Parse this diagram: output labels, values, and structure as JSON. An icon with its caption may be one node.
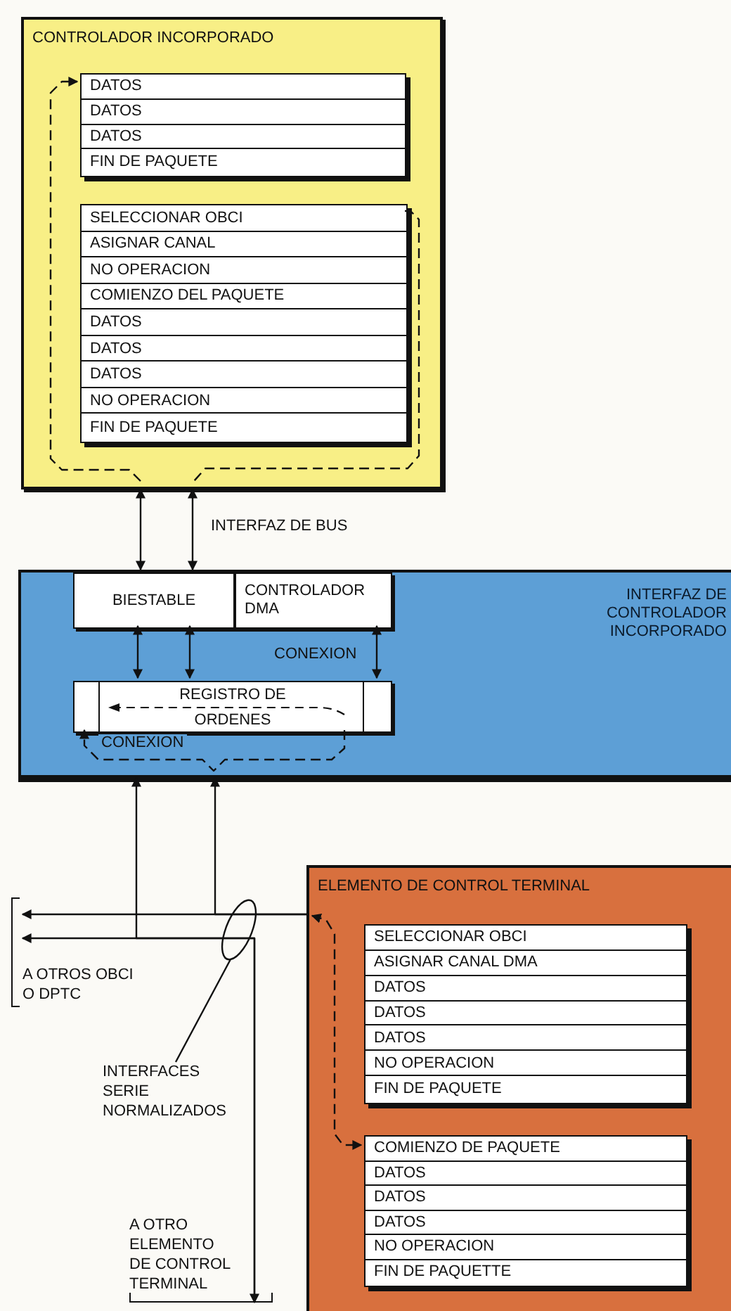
{
  "diagram": {
    "nodes": [
      {
        "text": [
          "CONTROLADOR INCORPORADO"
        ]
      },
      {
        "text": [
          "DATOS",
          "DATOS",
          "DATOS",
          "FIN DE PAQUETE"
        ],
        "in": 0
      },
      {
        "text": [
          "SELECCIONAR OBCI",
          "ASIGNAR CANAL",
          "NO OPERACION",
          "COMIENZO DEL PAQUETE",
          "DATOS",
          "DATOS",
          "DATOS",
          "NO OPERACION",
          "FIN DE PAQUETE"
        ],
        "in": 0
      },
      {
        "text": [
          "INTERFAZ DE CONTROLADOR INCORPORADO"
        ]
      },
      {
        "text": [
          "BIESTABLE"
        ],
        "in": 3
      },
      {
        "text": [
          "CONTROLADOR DMA"
        ],
        "in": 3
      },
      {
        "text": [
          "REGISTRO DE ORDENES"
        ],
        "in": 3
      },
      {
        "text": [
          "ELEMENTO DE CONTROL TERMINAL"
        ]
      },
      {
        "text": [
          "SELECCIONAR OBCI",
          "ASIGNAR CANAL DMA",
          "DATOS",
          "DATOS",
          "DATOS",
          "NO OPERACION",
          "FIN DE PAQUETE"
        ],
        "in": 7
      },
      {
        "text": [
          "COMIENZO DE PAQUETE",
          "DATOS",
          "DATOS",
          "DATOS",
          "NO OPERACION",
          "FIN DE PAQUETTE"
        ],
        "in": 7
      },
      {
        "text": [
          "A OTROS OBCI O DPTC"
        ]
      },
      {
        "text": [
          "A OTRO ELEMENTO DE CONTROL TERMINAL"
        ]
      },
      {
        "text": [
          "INTERFACES SERIE NORMALIZADOS"
        ]
      }
    ],
    "edges": [
      {
        "from": 0,
        "to": 4,
        "arrow": "both"
      },
      {
        "from": 0,
        "to": 4,
        "arrow": "both",
        "label": "INTERFAZ DE BUS"
      },
      {
        "from": 4,
        "to": 6,
        "arrow": "both"
      },
      {
        "from": 4,
        "to": 6,
        "arrow": "both"
      },
      {
        "from": 5,
        "to": 6,
        "arrow": "both",
        "label": "CONEXION"
      },
      {
        "from": 6,
        "to": 6,
        "arrow": "to",
        "style": "dashed",
        "label": "CONEXION"
      },
      {
        "from": null,
        "to": 1,
        "arrow": "to",
        "style": "dashed"
      },
      {
        "from": 2,
        "to": null,
        "arrow": "none",
        "style": "dashed"
      },
      {
        "from": 7,
        "to": 10,
        "arrow": "to"
      },
      {
        "from": 11,
        "to": 10,
        "arrow": "both"
      },
      {
        "from": 11,
        "to": 3,
        "arrow": "to"
      },
      {
        "from": 7,
        "to": 3,
        "arrow": "to"
      },
      {
        "from": null,
        "to": 9,
        "arrow": "both",
        "style": "dashed"
      },
      {
        "from": 12,
        "to": null,
        "arrow": "none"
      }
    ]
  }
}
